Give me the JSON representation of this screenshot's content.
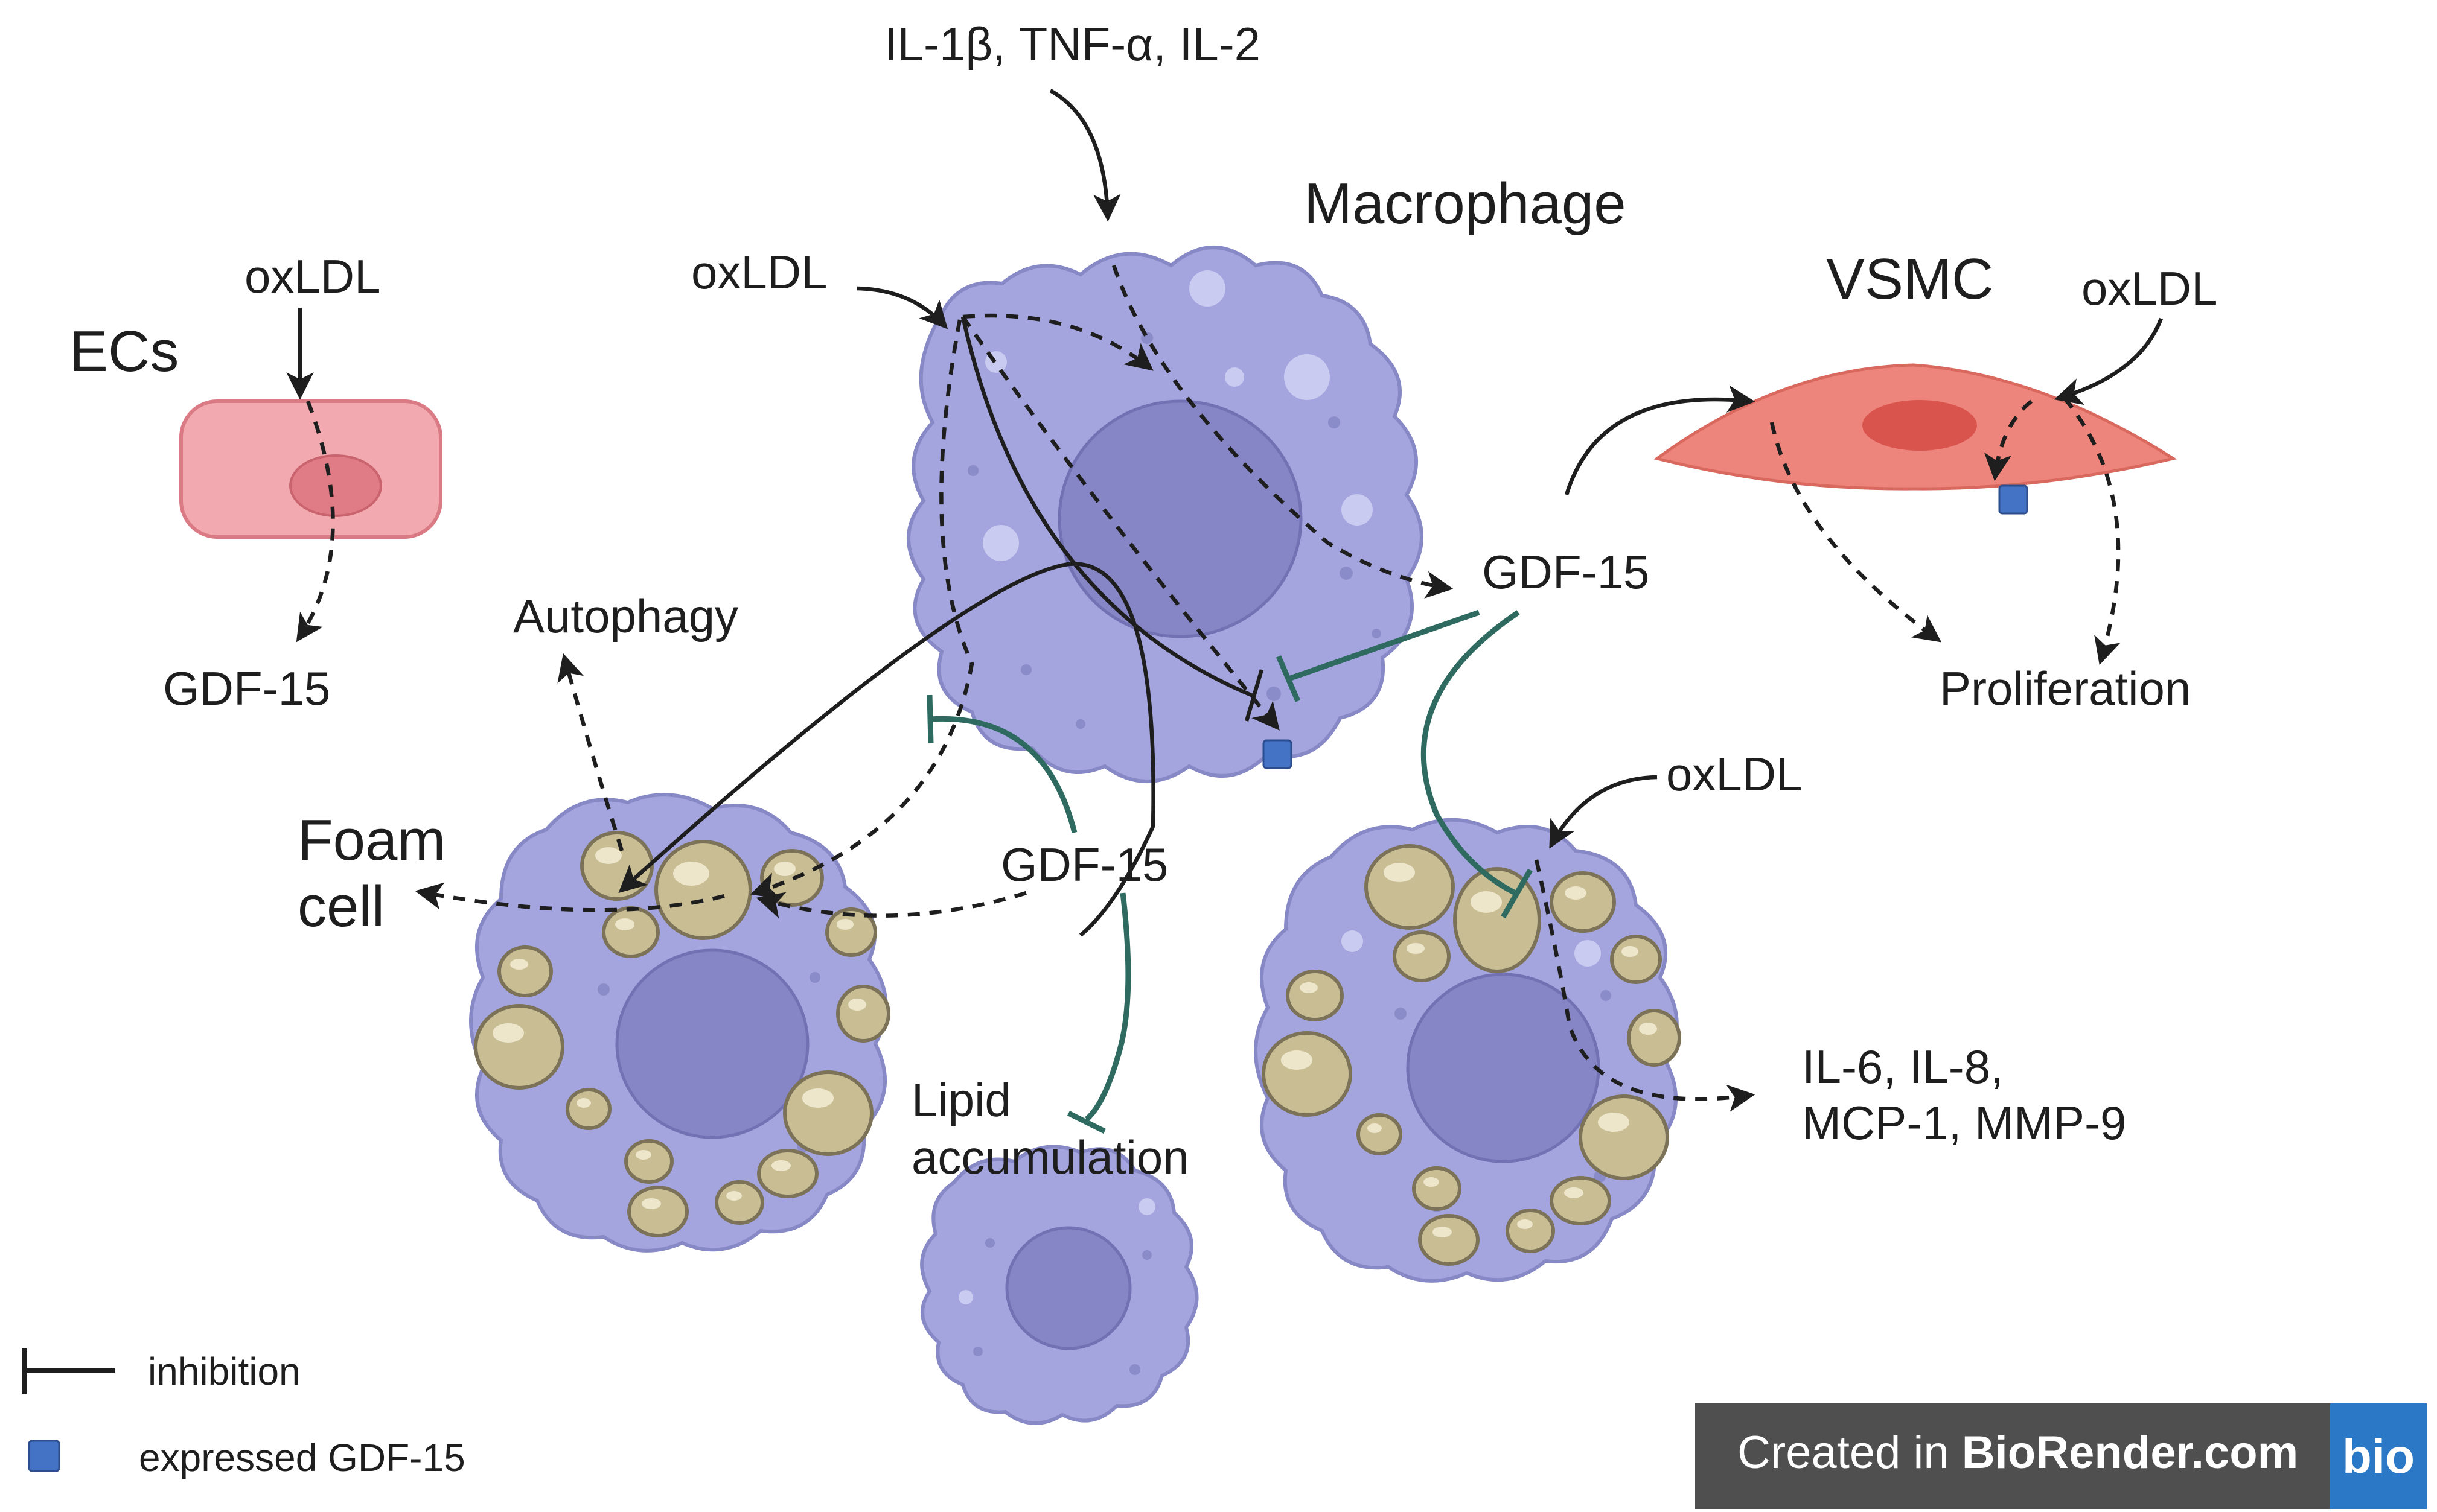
{
  "labels": {
    "ecs": "ECs",
    "macrophage": "Macrophage",
    "vsmc": "VSMC",
    "foam_cell_line1": "Foam",
    "foam_cell_line2": "cell",
    "cytokines_in": "IL-1β, TNF-α, IL-2",
    "oxldl_ecs": "oxLDL",
    "oxldl_macrophage": "oxLDL",
    "oxldl_vsmc": "oxLDL",
    "oxldl_foam_right": "oxLDL",
    "gdf15_ecs": "GDF-15",
    "gdf15_macrophage": "GDF-15",
    "gdf15_center": "GDF-15",
    "autophagy": "Autophagy",
    "proliferation": "Proliferation",
    "lipid_line1": "Lipid",
    "lipid_line2": "accumulation",
    "cytokines_out_line1": "IL-6, IL-8,",
    "cytokines_out_line2": "MCP-1, MMP-9"
  },
  "legend": {
    "inhibition": "inhibition",
    "expressed": "expressed GDF-15"
  },
  "badge": {
    "prefix": "Created in ",
    "brand": "BioRender.com",
    "logo": "bio"
  },
  "colors": {
    "macrophage_fill": "#a4a5de",
    "nucleus_fill": "#8686c6",
    "ec_fill": "#f2aab0",
    "vsmc_fill": "#ee857c",
    "lipid_fill": "#c9bd93",
    "inhibition_green": "#2e6a5f",
    "gdf15_marker": "#4472c4"
  }
}
